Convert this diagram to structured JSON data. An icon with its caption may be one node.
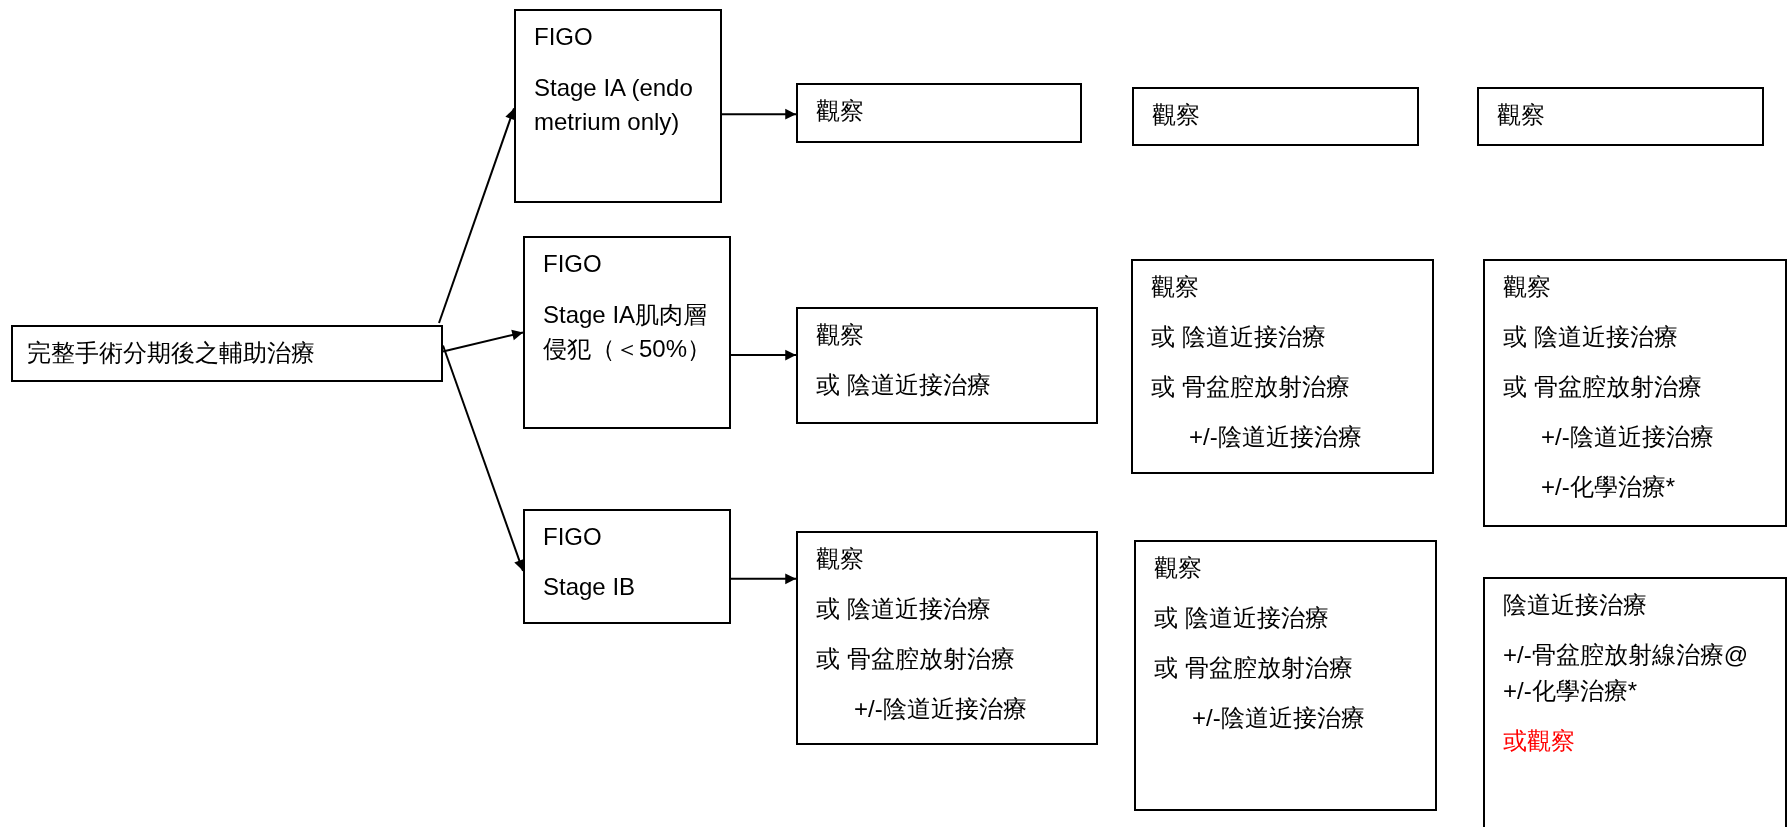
{
  "diagram": {
    "nodes": [
      {
        "text": [
          "完整手術分期後之輔助治療"
        ]
      },
      {
        "text": [
          "FIGO",
          "Stage IA (endometrium only)"
        ]
      },
      {
        "text": [
          "FIGO",
          "Stage IA肌肉層侵犯（＜50%）"
        ]
      },
      {
        "text": [
          "FIGO",
          "Stage IB"
        ]
      },
      {
        "text": [
          "觀察"
        ]
      },
      {
        "text": [
          "觀察",
          "或 陰道近接治療"
        ]
      },
      {
        "text": [
          "觀察",
          "或 陰道近接治療",
          "或 骨盆腔放射治療",
          "+/-陰道近接治療"
        ]
      },
      {
        "text": [
          "觀察"
        ]
      },
      {
        "text": [
          "觀察",
          "或 陰道近接治療",
          "或 骨盆腔放射治療",
          "+/-陰道近接治療"
        ]
      },
      {
        "text": [
          "觀察",
          "或 陰道近接治療",
          "或 骨盆腔放射治療",
          "+/-陰道近接治療"
        ]
      },
      {
        "text": [
          "觀察"
        ]
      },
      {
        "text": [
          "觀察",
          "或 陰道近接治療",
          "或 骨盆腔放射治療",
          "+/-陰道近接治療",
          "+/-化學治療*"
        ]
      },
      {
        "text": [
          "陰道近接治療",
          "+/-骨盆腔放射線治療@",
          "+/-化學治療*",
          "或觀察"
        ]
      }
    ],
    "edges": [
      {
        "from": 0,
        "to": 1,
        "arrow": "to"
      },
      {
        "from": 0,
        "to": 2,
        "arrow": "to"
      },
      {
        "from": 0,
        "to": 3,
        "arrow": "to"
      },
      {
        "from": 1,
        "to": 4,
        "arrow": "to"
      },
      {
        "from": 2,
        "to": 5,
        "arrow": "to"
      },
      {
        "from": 3,
        "to": 6,
        "arrow": "to"
      }
    ]
  }
}
